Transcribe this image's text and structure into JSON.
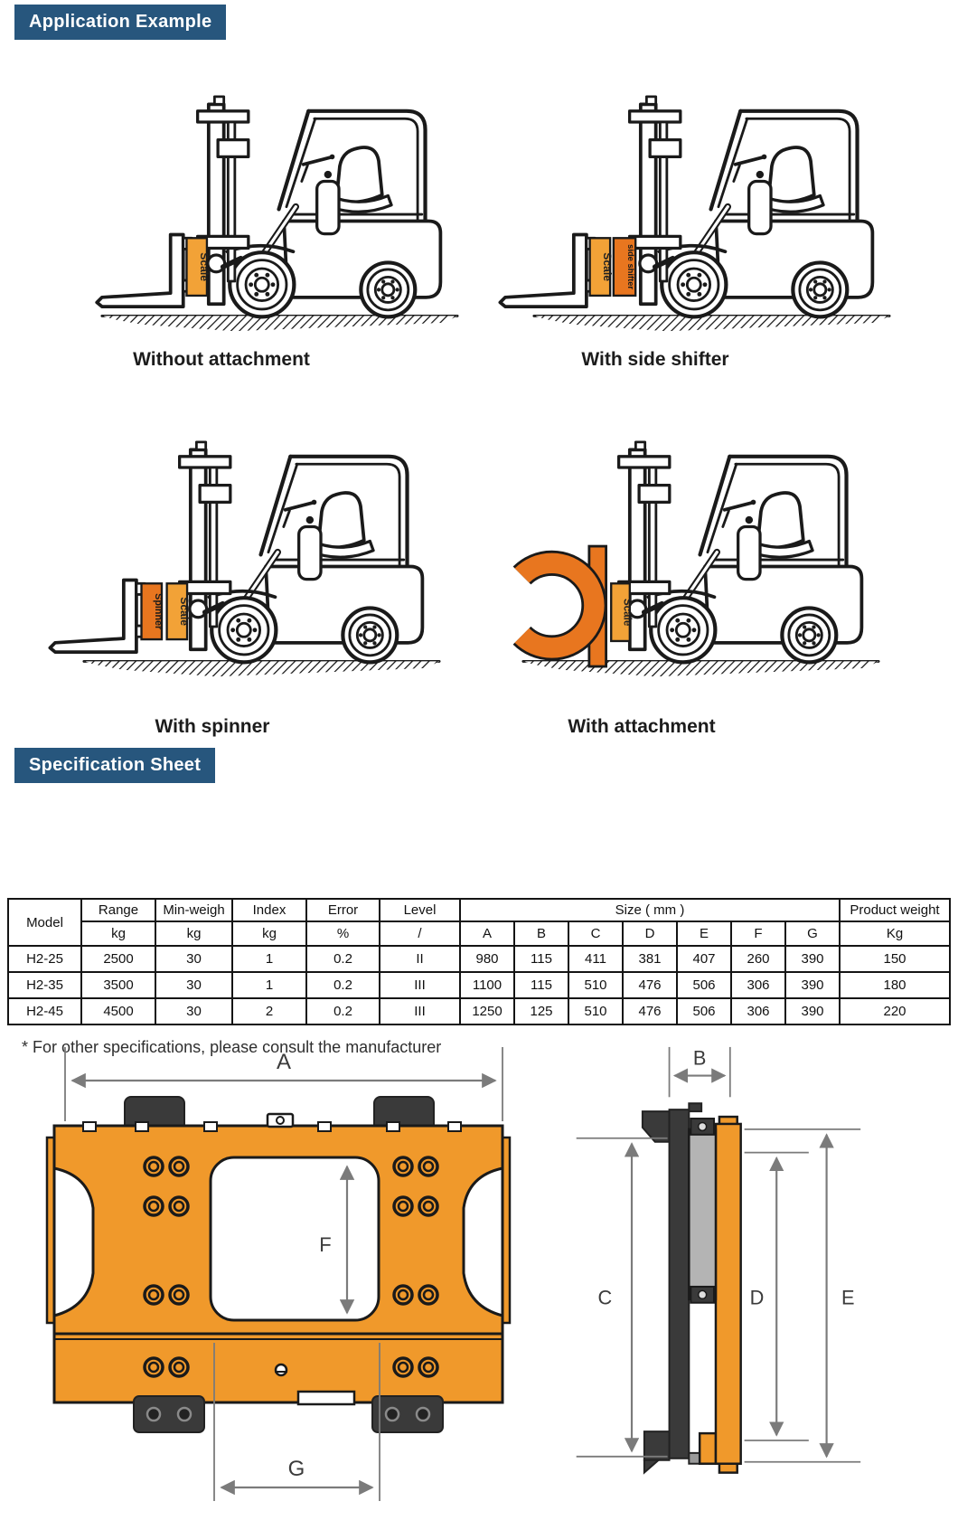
{
  "titles": {
    "application_example": "Application Example",
    "specification_sheet": "Specification Sheet"
  },
  "figures": [
    {
      "caption": "Without attachment",
      "labels": {
        "scale": "Scale"
      }
    },
    {
      "caption": "With side shifter",
      "labels": {
        "scale": "Scale",
        "side_shifter": "side shifter"
      }
    },
    {
      "caption": "With spinner",
      "labels": {
        "spinner": "Spinner",
        "scale": "Scale"
      }
    },
    {
      "caption": "With attachment",
      "labels": {
        "scale": "Scale"
      }
    }
  ],
  "spec_table": {
    "header_row1": {
      "model": "Model",
      "range": "Range",
      "min_weigh": "Min-weigh",
      "index": "Index",
      "error": "Error",
      "level": "Level",
      "size": "Size ( mm )",
      "product_weight": "Product weight"
    },
    "header_row2": [
      "kg",
      "kg",
      "kg",
      "%",
      "/",
      "A",
      "B",
      "C",
      "D",
      "E",
      "F",
      "G",
      "Kg"
    ],
    "rows": [
      [
        "H2-25",
        "2500",
        "30",
        "1",
        "0.2",
        "II",
        "980",
        "115",
        "411",
        "381",
        "407",
        "260",
        "390",
        "150"
      ],
      [
        "H2-35",
        "3500",
        "30",
        "1",
        "0.2",
        "III",
        "1100",
        "115",
        "510",
        "476",
        "506",
        "306",
        "390",
        "180"
      ],
      [
        "H2-45",
        "4500",
        "30",
        "2",
        "0.2",
        "III",
        "1250",
        "125",
        "510",
        "476",
        "506",
        "306",
        "390",
        "220"
      ]
    ]
  },
  "footnote": "* For other specifications, please consult the manufacturer",
  "dims": {
    "A": "A",
    "B": "B",
    "C": "C",
    "D": "D",
    "E": "E",
    "F": "F",
    "G": "G"
  },
  "colors": {
    "banner_blue": "#27567D",
    "scale_orange": "#F2A237",
    "attachment_orange": "#E8761F",
    "plate_orange": "#F0992B",
    "dark_part": "#3A3A3A",
    "dim_gray": "#7B7B7B"
  }
}
